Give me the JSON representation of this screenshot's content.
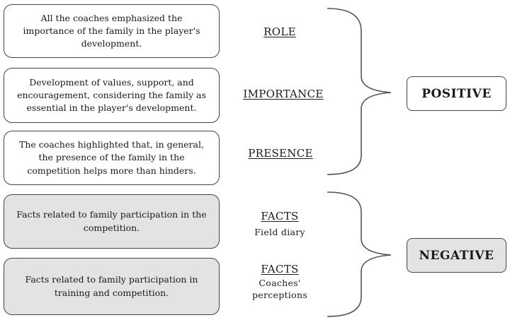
{
  "positive_group": {
    "items": [
      {
        "text": "All the coaches emphasized the importance of the family in the player's development.",
        "label": "ROLE"
      },
      {
        "text": "Development of values, support, and encouragement, considering the family as essential in the player's development.",
        "label": "IMPORTANCE"
      },
      {
        "text": "The coaches highlighted that, in general, the presence of the family in the competition helps more than hinders.",
        "label": "PRESENCE"
      }
    ],
    "result": "POSITIVE"
  },
  "negative_group": {
    "items": [
      {
        "text": "Facts related to family participation in the competition.",
        "label": "FACTS",
        "sublabel": "Field diary"
      },
      {
        "text": "Facts related to family participation in training and competition.",
        "label": "FACTS",
        "sublabel": "Coaches' perceptions"
      }
    ],
    "result": "NEGATIVE"
  },
  "colors": {
    "border": "#444444",
    "negative_fill": "#e3e3e3",
    "positive_fill": "#ffffff"
  }
}
